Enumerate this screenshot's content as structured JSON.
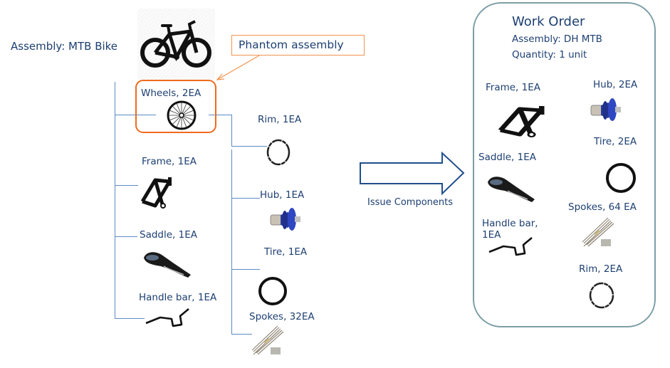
{
  "assembly": {
    "label": "Assembly: MTB Bike",
    "image": "mtb-bike-icon"
  },
  "callout": {
    "label": "Phantom assembly",
    "color": "#f06a1e"
  },
  "bom_tree": {
    "line_color": "#5b8bc4",
    "level1": [
      {
        "label": "Wheels, 2EA",
        "icon": "wheel-icon",
        "phantom": true
      },
      {
        "label": "Frame, 1EA",
        "icon": "frame-icon"
      },
      {
        "label": "Saddle, 1EA",
        "icon": "saddle-icon"
      },
      {
        "label": "Handle bar, 1EA",
        "icon": "handlebar-icon"
      }
    ],
    "wheels_children": [
      {
        "label": "Rim, 1EA",
        "icon": "rim-icon"
      },
      {
        "label": "Hub, 1EA",
        "icon": "hub-icon"
      },
      {
        "label": "Tire, 1EA",
        "icon": "tire-icon"
      },
      {
        "label": "Spokes, 32EA",
        "icon": "spokes-icon"
      }
    ]
  },
  "flow_arrow": {
    "label": "Issue Components",
    "color": "#1f4e8c"
  },
  "work_order": {
    "title": "Work Order",
    "assembly": "Assembly: DH MTB",
    "quantity": "Quantity: 1 unit",
    "border_color": "#7c9ea6",
    "components": [
      {
        "label": "Frame, 1EA",
        "icon": "frame-icon"
      },
      {
        "label": "Hub, 2EA",
        "icon": "hub-icon"
      },
      {
        "label": "Tire, 2EA",
        "icon": "tire-icon"
      },
      {
        "label": "Saddle, 1EA",
        "icon": "saddle-icon"
      },
      {
        "label": "Spokes, 64 EA",
        "icon": "spokes-icon"
      },
      {
        "label": "Handle bar,",
        "label2": "1EA",
        "icon": "handlebar-icon"
      },
      {
        "label": "Rim, 2EA",
        "icon": "rim-icon"
      }
    ]
  }
}
